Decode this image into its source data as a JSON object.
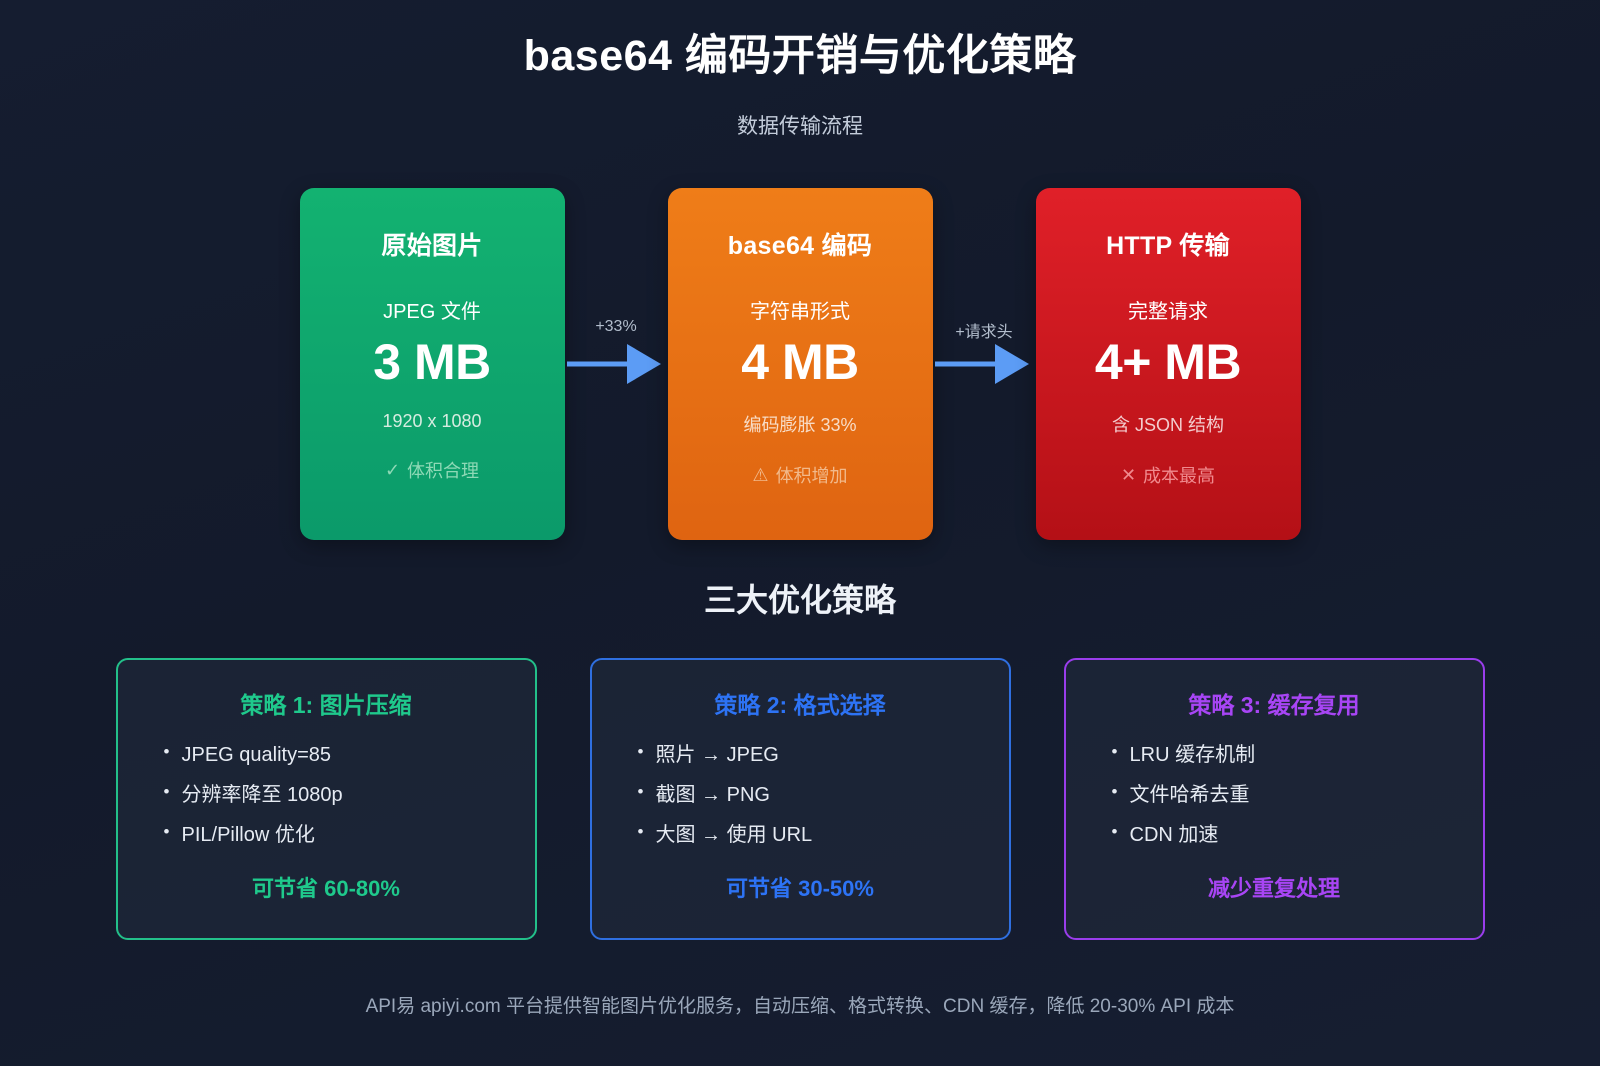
{
  "header": {
    "title": "base64 编码开销与优化策略",
    "subtitle": "数据传输流程"
  },
  "flow": {
    "cards": [
      {
        "title": "原始图片",
        "sub": "JPEG 文件",
        "value": "3 MB",
        "note": "1920 x 1080",
        "status_glyph": "✓",
        "status_text": "体积合理",
        "color": "#13b271"
      },
      {
        "title": "base64 编码",
        "sub": "字符串形式",
        "value": "4 MB",
        "note": "编码膨胀 33%",
        "status_glyph": "⚠",
        "status_text": "体积增加",
        "color": "#ef7d18"
      },
      {
        "title": "HTTP 传输",
        "sub": "完整请求",
        "value": "4+ MB",
        "note": "含 JSON 结构",
        "status_glyph": "✕",
        "status_text": "成本最高",
        "color": "#e02028"
      }
    ],
    "arrows": [
      {
        "label": "+33%",
        "color": "#5c9cf5"
      },
      {
        "label": "+请求头",
        "color": "#5c9cf5"
      }
    ]
  },
  "strategies_heading": "三大优化策略",
  "strategies": [
    {
      "title": "策略 1: 图片压缩",
      "items": [
        "JPEG quality=85",
        "分辨率降至 1080p",
        "PIL/Pillow 优化"
      ],
      "footer": "可节省 60-80%",
      "color": "#1fc98c"
    },
    {
      "title": "策略 2: 格式选择",
      "items": [
        "照片 → JPEG",
        "截图 → PNG",
        "大图 → 使用 URL"
      ],
      "footer": "可节省 30-50%",
      "color": "#2d73f5"
    },
    {
      "title": "策略 3: 缓存复用",
      "items": [
        "LRU 缓存机制",
        "文件哈希去重",
        "CDN 加速"
      ],
      "footer": "减少重复处理",
      "color": "#a845f5"
    }
  ],
  "footer": {
    "text": "API易 apiyi.com 平台提供智能图片优化服务，自动压缩、格式转换、CDN 缓存，降低 20-30% API 成本"
  },
  "theme": {
    "background": "#141c2e"
  }
}
